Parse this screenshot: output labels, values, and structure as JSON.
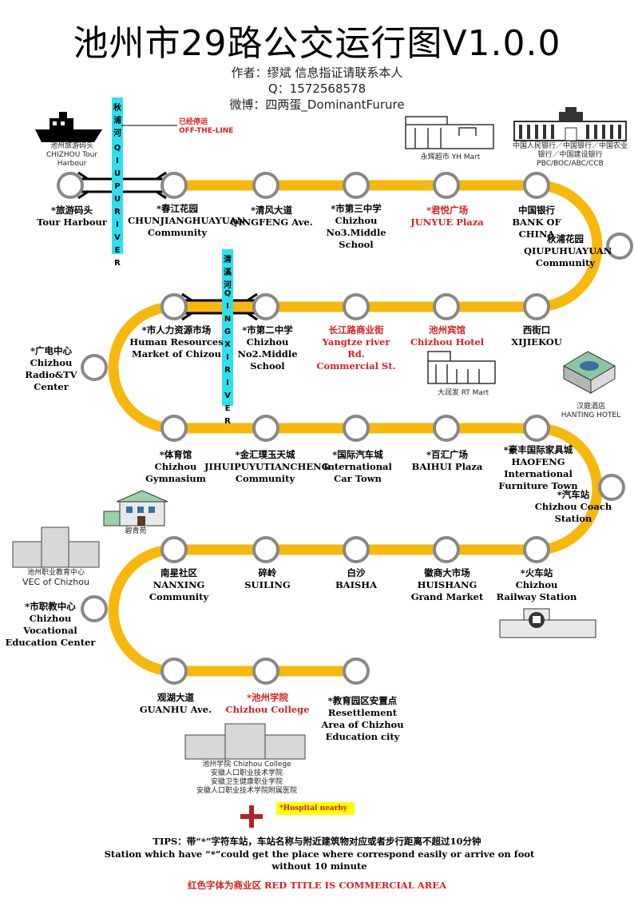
{
  "header": {
    "title": "池州市29路公交运行图V1.0.0",
    "author": "作者：缪斌 信息指证请联系本人",
    "qq": "Q：1572568578",
    "weibo": "微博：四两蛋_DominantFurure"
  },
  "rivers": {
    "qiupu": "QIUPU RIVER",
    "qiupu_zh": "秋浦河",
    "qingxi": "QINGXI RIVER",
    "qingxi_zh": "清溪河"
  },
  "offline": {
    "zh": "已经停运",
    "en": "OFF-THE-LINE"
  },
  "stations": [
    {
      "zh": "*旅游码头",
      "en": "Tour Harbour",
      "red": false
    },
    {
      "zh": "*春江花园",
      "en": "CHUNJIANGHUAYUAN Community",
      "red": false
    },
    {
      "zh": "*清风大道",
      "en": "QINGFENG Ave.",
      "red": false
    },
    {
      "zh": "*市第三中学",
      "en": "Chizhou No3.Middle School",
      "red": false
    },
    {
      "zh": "*君悦广场",
      "en": "JUNYUE Plaza",
      "red": true
    },
    {
      "zh": "中国银行",
      "en": "BANK OF CHINA",
      "red": false
    },
    {
      "zh": "秋浦花园",
      "en": "QIUPUHUAYUAN Community",
      "red": false
    },
    {
      "zh": "西街口",
      "en": "XIJIEKOU",
      "red": false
    },
    {
      "zh": "池州宾馆",
      "en": "Chizhou Hotel",
      "red": true
    },
    {
      "zh": "长江路商业街",
      "en": "Yangtze river Rd. Commercial St.",
      "red": true
    },
    {
      "zh": "*市第二中学",
      "en": "Chizhou No2.Middle School",
      "red": false
    },
    {
      "zh": "*市人力资源市场",
      "en": "Human Resources Market of Chizou",
      "red": false
    },
    {
      "zh": "*广电中心",
      "en": "Chizhou Radio&TV Center",
      "red": false
    },
    {
      "zh": "*体育馆",
      "en": "Chizhou Gymnasium",
      "red": false
    },
    {
      "zh": "*金汇璞玉天城",
      "en": "JIHUIPUYUTIANCHENG Community",
      "red": false
    },
    {
      "zh": "*国际汽车城",
      "en": "International Car Town",
      "red": false
    },
    {
      "zh": "*百汇广场",
      "en": "BAIHUI Plaza",
      "red": false
    },
    {
      "zh": "*豪丰国际家具城",
      "en": "HAOFENG International Furniture Town",
      "red": false
    },
    {
      "zh": "*汽车站",
      "en": "Chizhou Coach Station",
      "red": false
    },
    {
      "zh": "*火车站",
      "en": "Chizhou Railway Station",
      "red": false
    },
    {
      "zh": "徽商大市场",
      "en": "HUISHANG Grand Market",
      "red": false
    },
    {
      "zh": "白沙",
      "en": "BAISHA",
      "red": false
    },
    {
      "zh": "碎岭",
      "en": "SUILING",
      "red": false
    },
    {
      "zh": "南星社区",
      "en": "NANXING Community",
      "red": false
    },
    {
      "zh": "*市职教中心",
      "en": "Chizhou Vocational Education Center",
      "red": false
    },
    {
      "zh": "观湖大道",
      "en": "GUANHU Ave.",
      "red": false
    },
    {
      "zh": "*池州学院",
      "en": "Chizhou College",
      "red": true
    },
    {
      "zh": "*教育园区安置点",
      "en": "Resettlement Area of Chizhou Education city",
      "red": false
    }
  ],
  "landmarks": {
    "harbour": {
      "zh": "池州旅游码头",
      "en": "CHIZHOU Tour Harbour"
    },
    "yhmart": "永辉超市 YH Mart",
    "banks": "中国人民银行／中国银行／中国农业银行／中国建设银行",
    "banks_en": "PBC/BOC/ABC/CCB",
    "rtmart": "大润发 RT Mart",
    "hanting": {
      "zh": "汉庭酒店",
      "en": "HANTING HOTEL"
    },
    "biqingyuan": "碧青苑",
    "vec": {
      "zh": "池州职业教育中心",
      "en": "VEC of Chizhou"
    },
    "college": [
      "池州学院  Chizhou College",
      "安徽人口职业技术学院",
      "安徽卫生健康职业学院",
      "安徽人口职业技术学院附属医院"
    ],
    "hospital": "*Hospital nearby"
  },
  "footer": {
    "tips_zh": "TIPS：带“*”字符车站，车站名称与附近建筑物对应或者步行距离不超过10分钟",
    "tips_en": "Station which have “*”could get the place where correspond easily or arrive on foot without 10 minute",
    "red_note": "红色字体为商业区  RED TITLE IS COMMERCIAL AREA"
  },
  "colors": {
    "route": "#f7b80c",
    "station_stroke": "#888888",
    "river": "#2de0ee",
    "commercial": "#d81e1e"
  }
}
